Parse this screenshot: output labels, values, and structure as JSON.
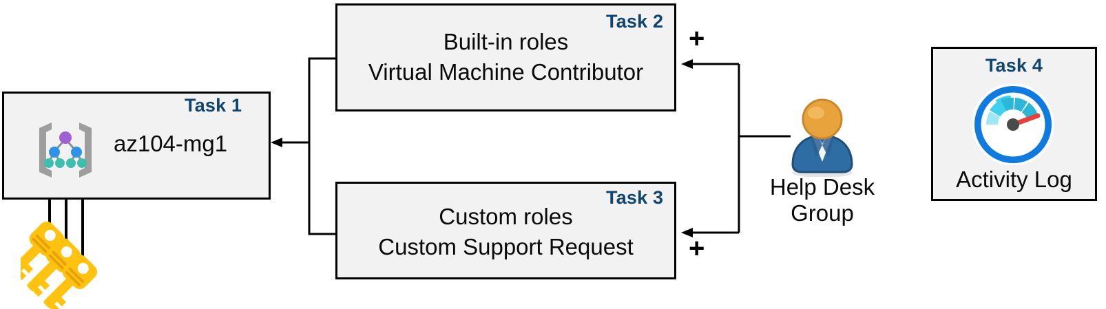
{
  "diagram": {
    "title": "Azure RBAC task diagram",
    "accent_color": "#10456F",
    "box_fill": "#F2F2F2",
    "box_border": "#000000"
  },
  "boxes": [
    {
      "id": "task1",
      "label": "Task 1",
      "text_line1": "az104-mg1",
      "text_line2": "",
      "icon": "management-group-icon"
    },
    {
      "id": "task2",
      "label": "Task 2",
      "text_line1": "Built-in roles",
      "text_line2": "Virtual Machine Contributor",
      "icon": ""
    },
    {
      "id": "task3",
      "label": "Task 3",
      "text_line1": "Custom roles",
      "text_line2": "Custom Support Request",
      "icon": ""
    },
    {
      "id": "task4",
      "label": "Task 4",
      "text_line1": "Activity Log",
      "text_line2": "",
      "icon": "activity-log-gauge-icon"
    }
  ],
  "actor": {
    "icon": "user-group-icon",
    "caption_line1": "Help Desk",
    "caption_line2": "Group"
  },
  "operators": {
    "plus_top": "+",
    "plus_bottom": "+"
  },
  "keys": {
    "icon": "keys-icon",
    "count": 3
  },
  "colors": {
    "task_label": "#10456F",
    "box_fill": "#F2F2F2",
    "box_border": "#000000",
    "key_yellow": "#FFC20E",
    "key_yellow_dark": "#F5A623",
    "gauge_ring": "#0F7BE0",
    "gauge_needle": "#E8413B",
    "person_body": "#2E6DA4",
    "person_head": "#E8A33D",
    "mg_root": "#A05FD3",
    "mg_mid": "#2C94E8",
    "mg_leaf": "#3CBFAE",
    "mg_bracket": "#9E9E9E"
  }
}
